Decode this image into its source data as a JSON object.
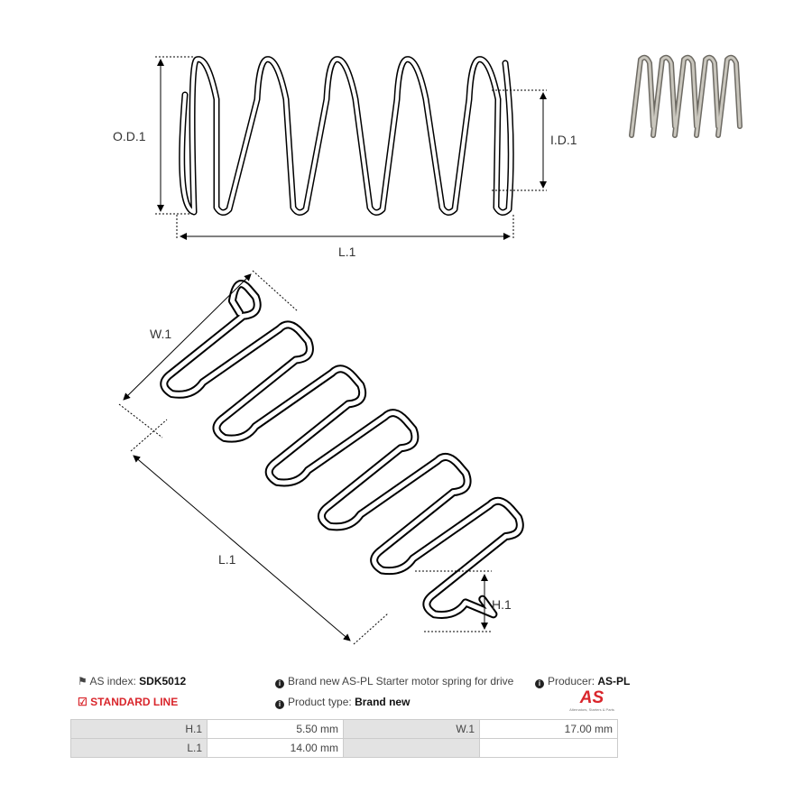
{
  "drawing": {
    "top_labels": {
      "od": "O.D.1",
      "id": "I.D.1",
      "l": "L.1"
    },
    "bottom_labels": {
      "w": "W.1",
      "l": "L.1",
      "h": "H.1"
    }
  },
  "info": {
    "as_index_label": "AS index:",
    "as_index_value": "SDK5012",
    "line": "STANDARD LINE",
    "description": "Brand new AS-PL Starter motor spring for drive",
    "product_type_label": "Product type:",
    "product_type_value": "Brand new",
    "producer_label": "Producer:",
    "producer_value": "AS-PL",
    "logo_text": "AS",
    "logo_tagline": "Alternators, Starters & Parts"
  },
  "specs": [
    [
      {
        "k": "H.1",
        "v": "5.50 mm"
      },
      {
        "k": "W.1",
        "v": "17.00 mm"
      }
    ],
    [
      {
        "k": "L.1",
        "v": "14.00 mm"
      },
      {
        "k": "",
        "v": ""
      }
    ]
  ],
  "colors": {
    "accent": "#d9262c"
  }
}
